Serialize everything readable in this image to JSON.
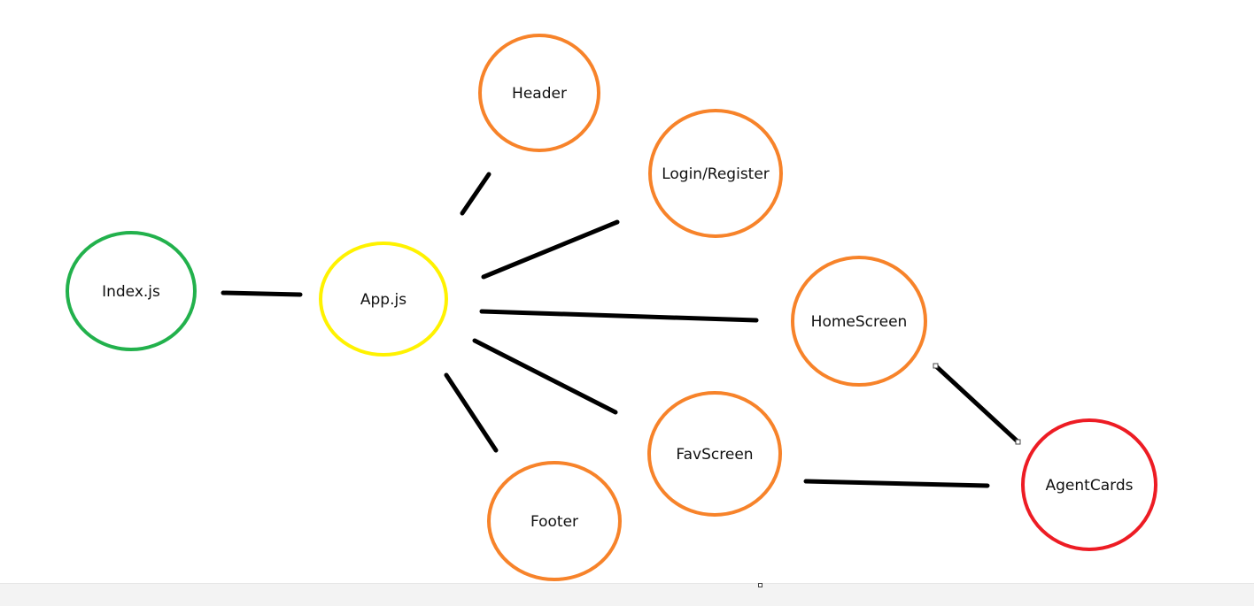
{
  "diagram": {
    "nodes": [
      {
        "id": "index",
        "label": "Index.js",
        "color": "#22b14c"
      },
      {
        "id": "app",
        "label": "App.js",
        "color": "#fff200"
      },
      {
        "id": "header",
        "label": "Header",
        "color": "#f7832a"
      },
      {
        "id": "login",
        "label": "Login/Register",
        "color": "#f7832a"
      },
      {
        "id": "home",
        "label": "HomeScreen",
        "color": "#f7832a"
      },
      {
        "id": "fav",
        "label": "FavScreen",
        "color": "#f7832a"
      },
      {
        "id": "footer",
        "label": "Footer",
        "color": "#f7832a"
      },
      {
        "id": "agent",
        "label": "AgentCards",
        "color": "#ed1c24"
      }
    ],
    "edges": [
      {
        "from": "index",
        "to": "app"
      },
      {
        "from": "app",
        "to": "header"
      },
      {
        "from": "app",
        "to": "login"
      },
      {
        "from": "app",
        "to": "home"
      },
      {
        "from": "app",
        "to": "fav"
      },
      {
        "from": "app",
        "to": "footer"
      },
      {
        "from": "home",
        "to": "agent"
      },
      {
        "from": "fav",
        "to": "agent"
      }
    ],
    "line_color": "#000000"
  }
}
